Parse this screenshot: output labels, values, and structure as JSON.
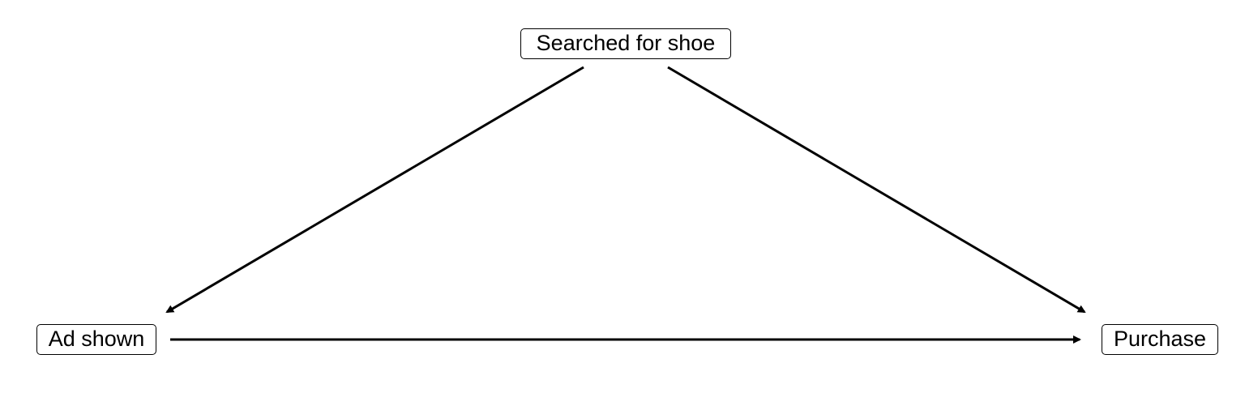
{
  "diagram": {
    "type": "causal-dag",
    "nodes": [
      {
        "id": "searched",
        "label": "Searched for shoe"
      },
      {
        "id": "ad",
        "label": "Ad shown"
      },
      {
        "id": "purchase",
        "label": "Purchase"
      }
    ],
    "edges": [
      {
        "from": "searched",
        "to": "ad"
      },
      {
        "from": "searched",
        "to": "purchase"
      },
      {
        "from": "ad",
        "to": "purchase"
      }
    ],
    "colors": {
      "edge": "#000000",
      "node_border": "#000000",
      "node_text": "#000000",
      "background": "#ffffff"
    }
  }
}
